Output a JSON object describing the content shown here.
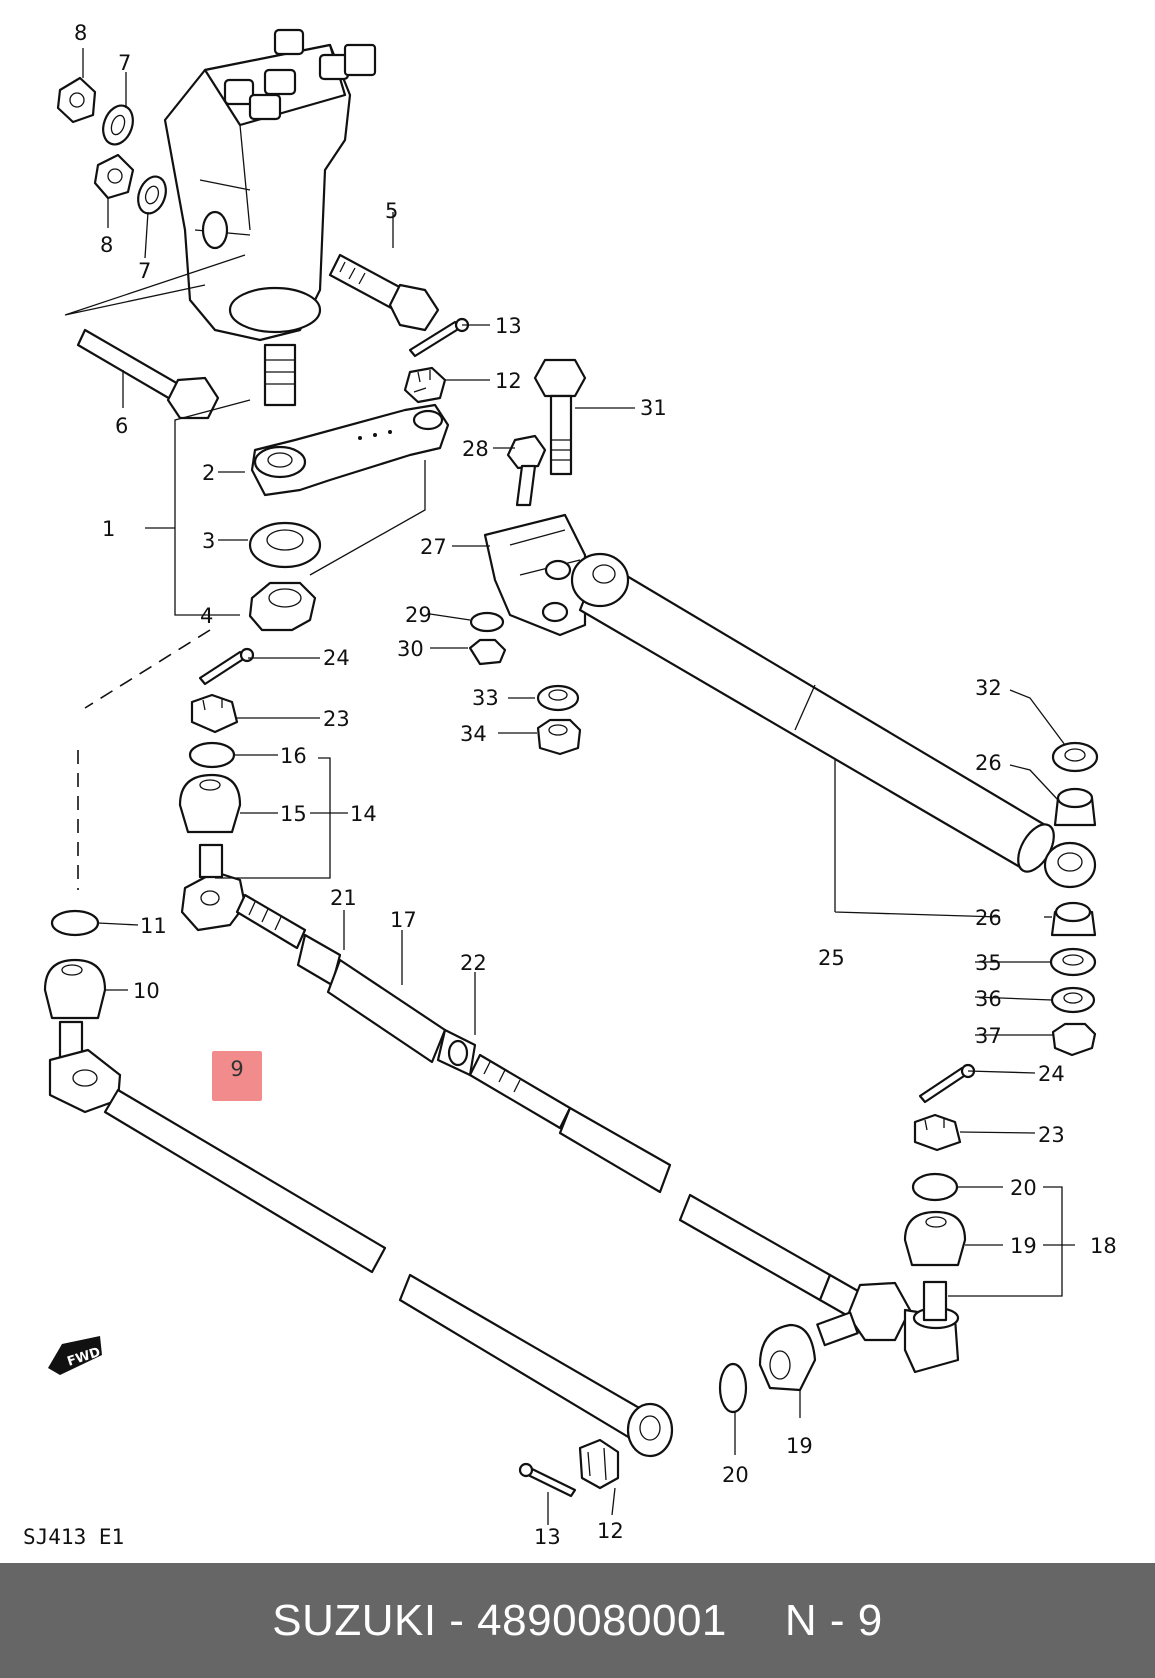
{
  "diagram": {
    "callouts": {
      "c1": "1",
      "c2": "2",
      "c3": "3",
      "c4": "4",
      "c5": "5",
      "c6": "6",
      "c7a": "7",
      "c7b": "7",
      "c8a": "8",
      "c8b": "8",
      "c10": "10",
      "c11": "11",
      "c12a": "12",
      "c12b": "12",
      "c13a": "13",
      "c13b": "13",
      "c14": "14",
      "c15": "15",
      "c16": "16",
      "c17": "17",
      "c18": "18",
      "c19a": "19",
      "c19b": "19",
      "c20a": "20",
      "c20b": "20",
      "c21": "21",
      "c22": "22",
      "c23a": "23",
      "c23b": "23",
      "c24a": "24",
      "c24b": "24",
      "c25": "25",
      "c26a": "26",
      "c26b": "26",
      "c27": "27",
      "c28": "28",
      "c29": "29",
      "c30": "30",
      "c31": "31",
      "c32": "32",
      "c33": "33",
      "c34": "34",
      "c35": "35",
      "c36": "36",
      "c37": "37"
    },
    "highlighted_callout": "9",
    "diagram_code": "SJ413 E1",
    "fwd_mark": "FWD"
  },
  "footer": {
    "part_label": "SUZUKI - 4890080001",
    "page_ref": "N - 9"
  },
  "colors": {
    "highlight": "#f28b8b",
    "footer_bg": "#666666",
    "footer_text": "#ffffff",
    "line_art": "#111111"
  }
}
